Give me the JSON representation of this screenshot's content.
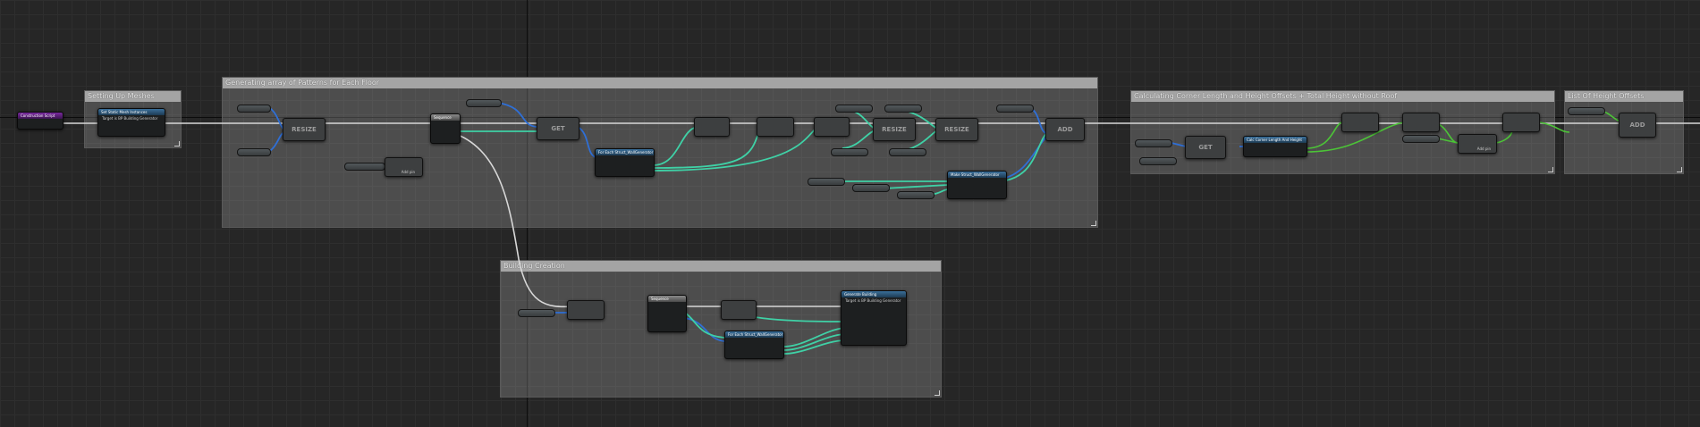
{
  "graph": {
    "comments": [
      {
        "id": "setting-up-meshes",
        "title": "Setting Up Meshes"
      },
      {
        "id": "generating-array",
        "title": "Generating array of Patterns for Each Floor"
      },
      {
        "id": "building-creation",
        "title": "Building Creation"
      },
      {
        "id": "calculating-offsets",
        "title": "Calculating Corner Length and Height Offsets + Total Height without Roof"
      },
      {
        "id": "list-of-height-offsets",
        "title": "List Of Height Offsets"
      }
    ],
    "nodes": {
      "construction_script": "Construction Script",
      "set_static_mesh_instances": "Set Static Mesh Instances",
      "set_static_mesh_sub": "Target is BP Building Generator",
      "sequence_1": "Sequence",
      "sequence_2": "Sequence",
      "resize_label": "RESIZE",
      "get_label": "GET",
      "add_label": "ADD",
      "add_pin_label": "Add pin",
      "for_each_wall_generator_1": "For Each Struct_WallGenerator",
      "make_struct_wall_generator": "Make Struct_WallGenerator",
      "for_each_wall_generator_2": "For Each Struct_WallGenerator",
      "generate_building": "Generate Building",
      "generate_building_sub": "Target is BP Building Generator",
      "calc_corner_length": "Calc Corner Length And Height"
    },
    "colors": {
      "exec_wire": "#d8d8d8",
      "object_wire": "#2f6fd6",
      "struct_wire": "#3fd1a6",
      "float_wire": "#4cc437",
      "comment_header": "#a4a4a4",
      "function_header": "#3a6f9a",
      "event_header": "#7a2aa0"
    }
  }
}
